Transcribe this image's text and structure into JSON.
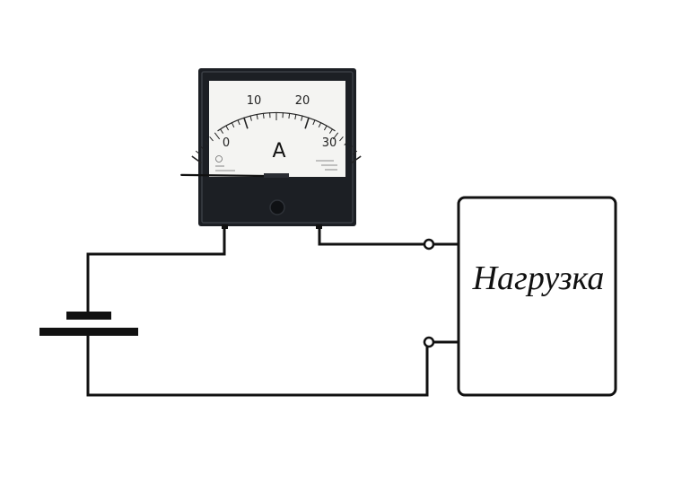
{
  "meter": {
    "scale_labels": [
      "0",
      "10",
      "20",
      "30"
    ],
    "unit": "A",
    "reading": 0,
    "scale_max": 30,
    "case_color": "#1c1f24",
    "dial_color": "#f4f4f2"
  },
  "load": {
    "label": "Нагрузка"
  }
}
